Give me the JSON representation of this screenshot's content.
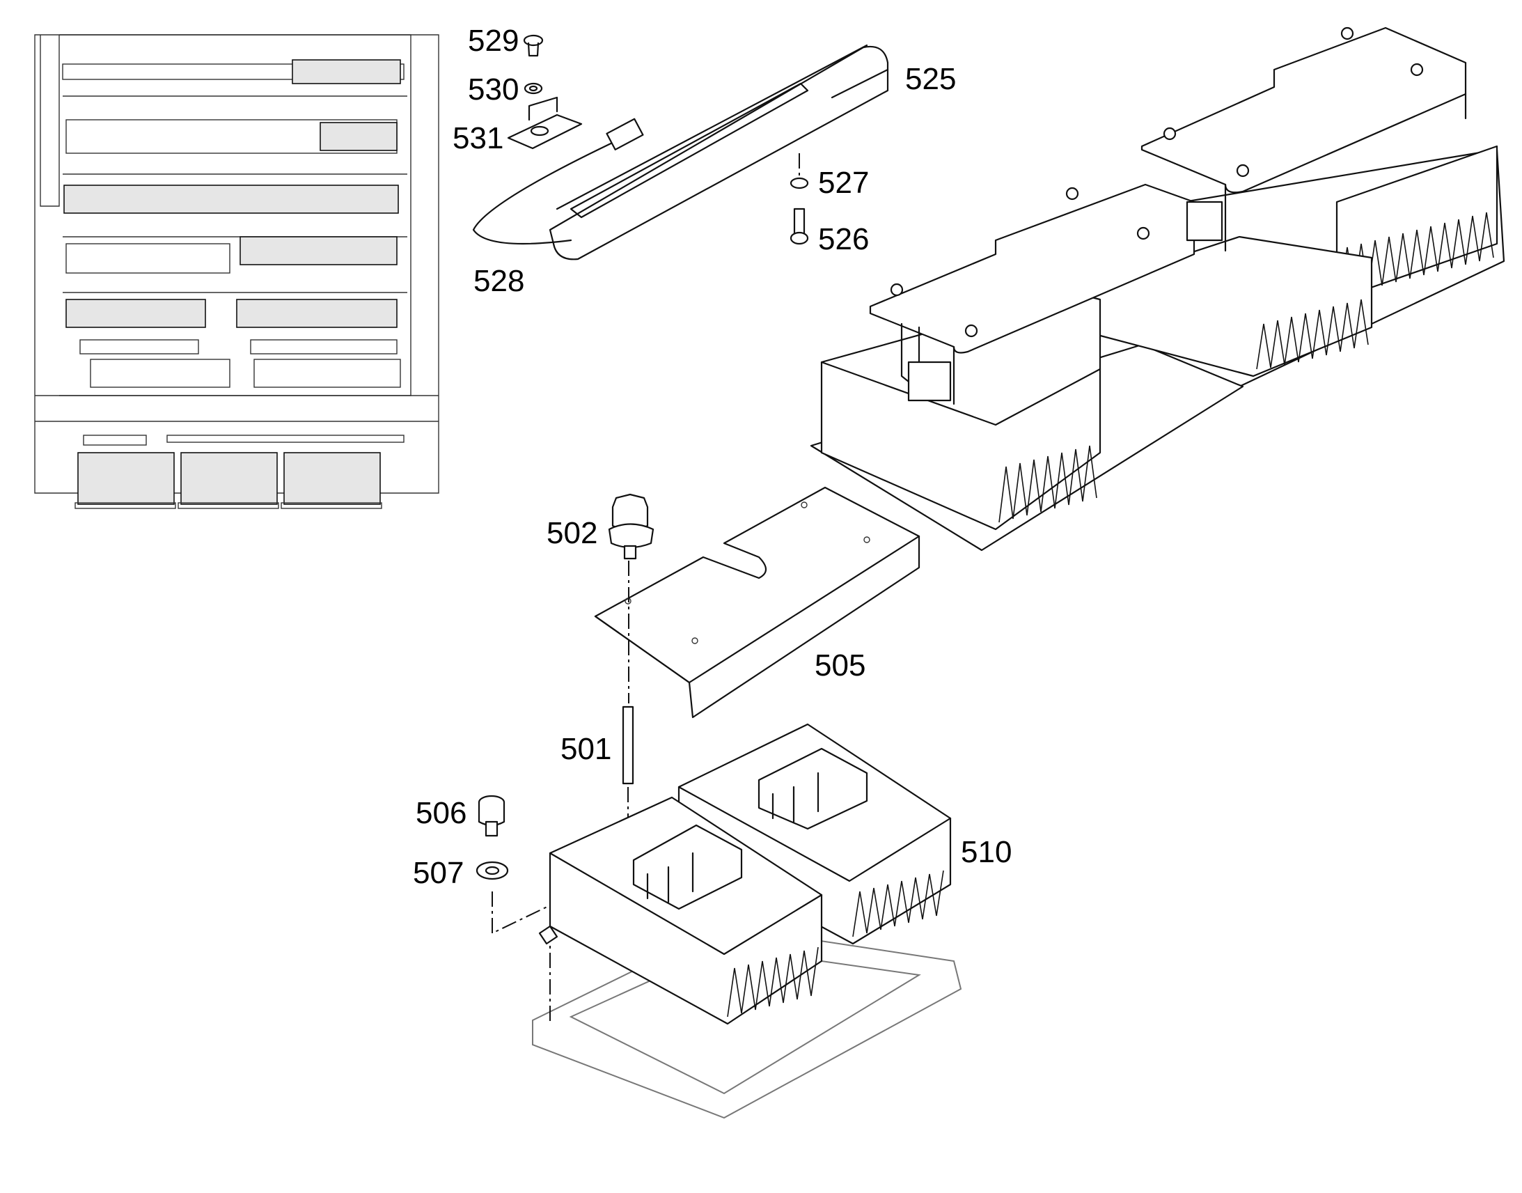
{
  "callouts": {
    "c529": "529",
    "c530": "530",
    "c531": "531",
    "c525": "525",
    "c527": "527",
    "c526": "526",
    "c528": "528",
    "c502": "502",
    "c505": "505",
    "c501": "501",
    "c506": "506",
    "c507": "507",
    "c510": "510"
  },
  "colors": {
    "line": "#111111",
    "background": "#ffffff",
    "plate": "#777777"
  }
}
